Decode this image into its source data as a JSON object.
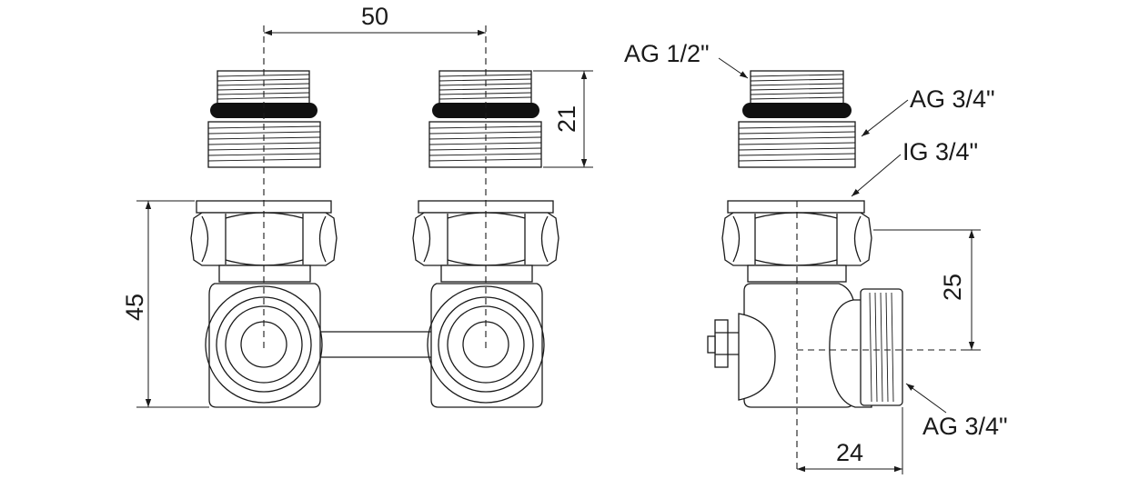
{
  "dimensions": {
    "spacing": "50",
    "nipple_height": "21",
    "body_height": "45",
    "side_offset": "25",
    "side_width": "24"
  },
  "thread_callouts": {
    "top_nipple": "AG 1/2\"",
    "upper_thread": "AG 3/4\"",
    "inner_thread": "IG 3/4\"",
    "side_outlet": "AG 3/4\""
  },
  "colors": {
    "line": "#1a1a1a",
    "seal_ring": "#111111",
    "background": "#ffffff"
  }
}
